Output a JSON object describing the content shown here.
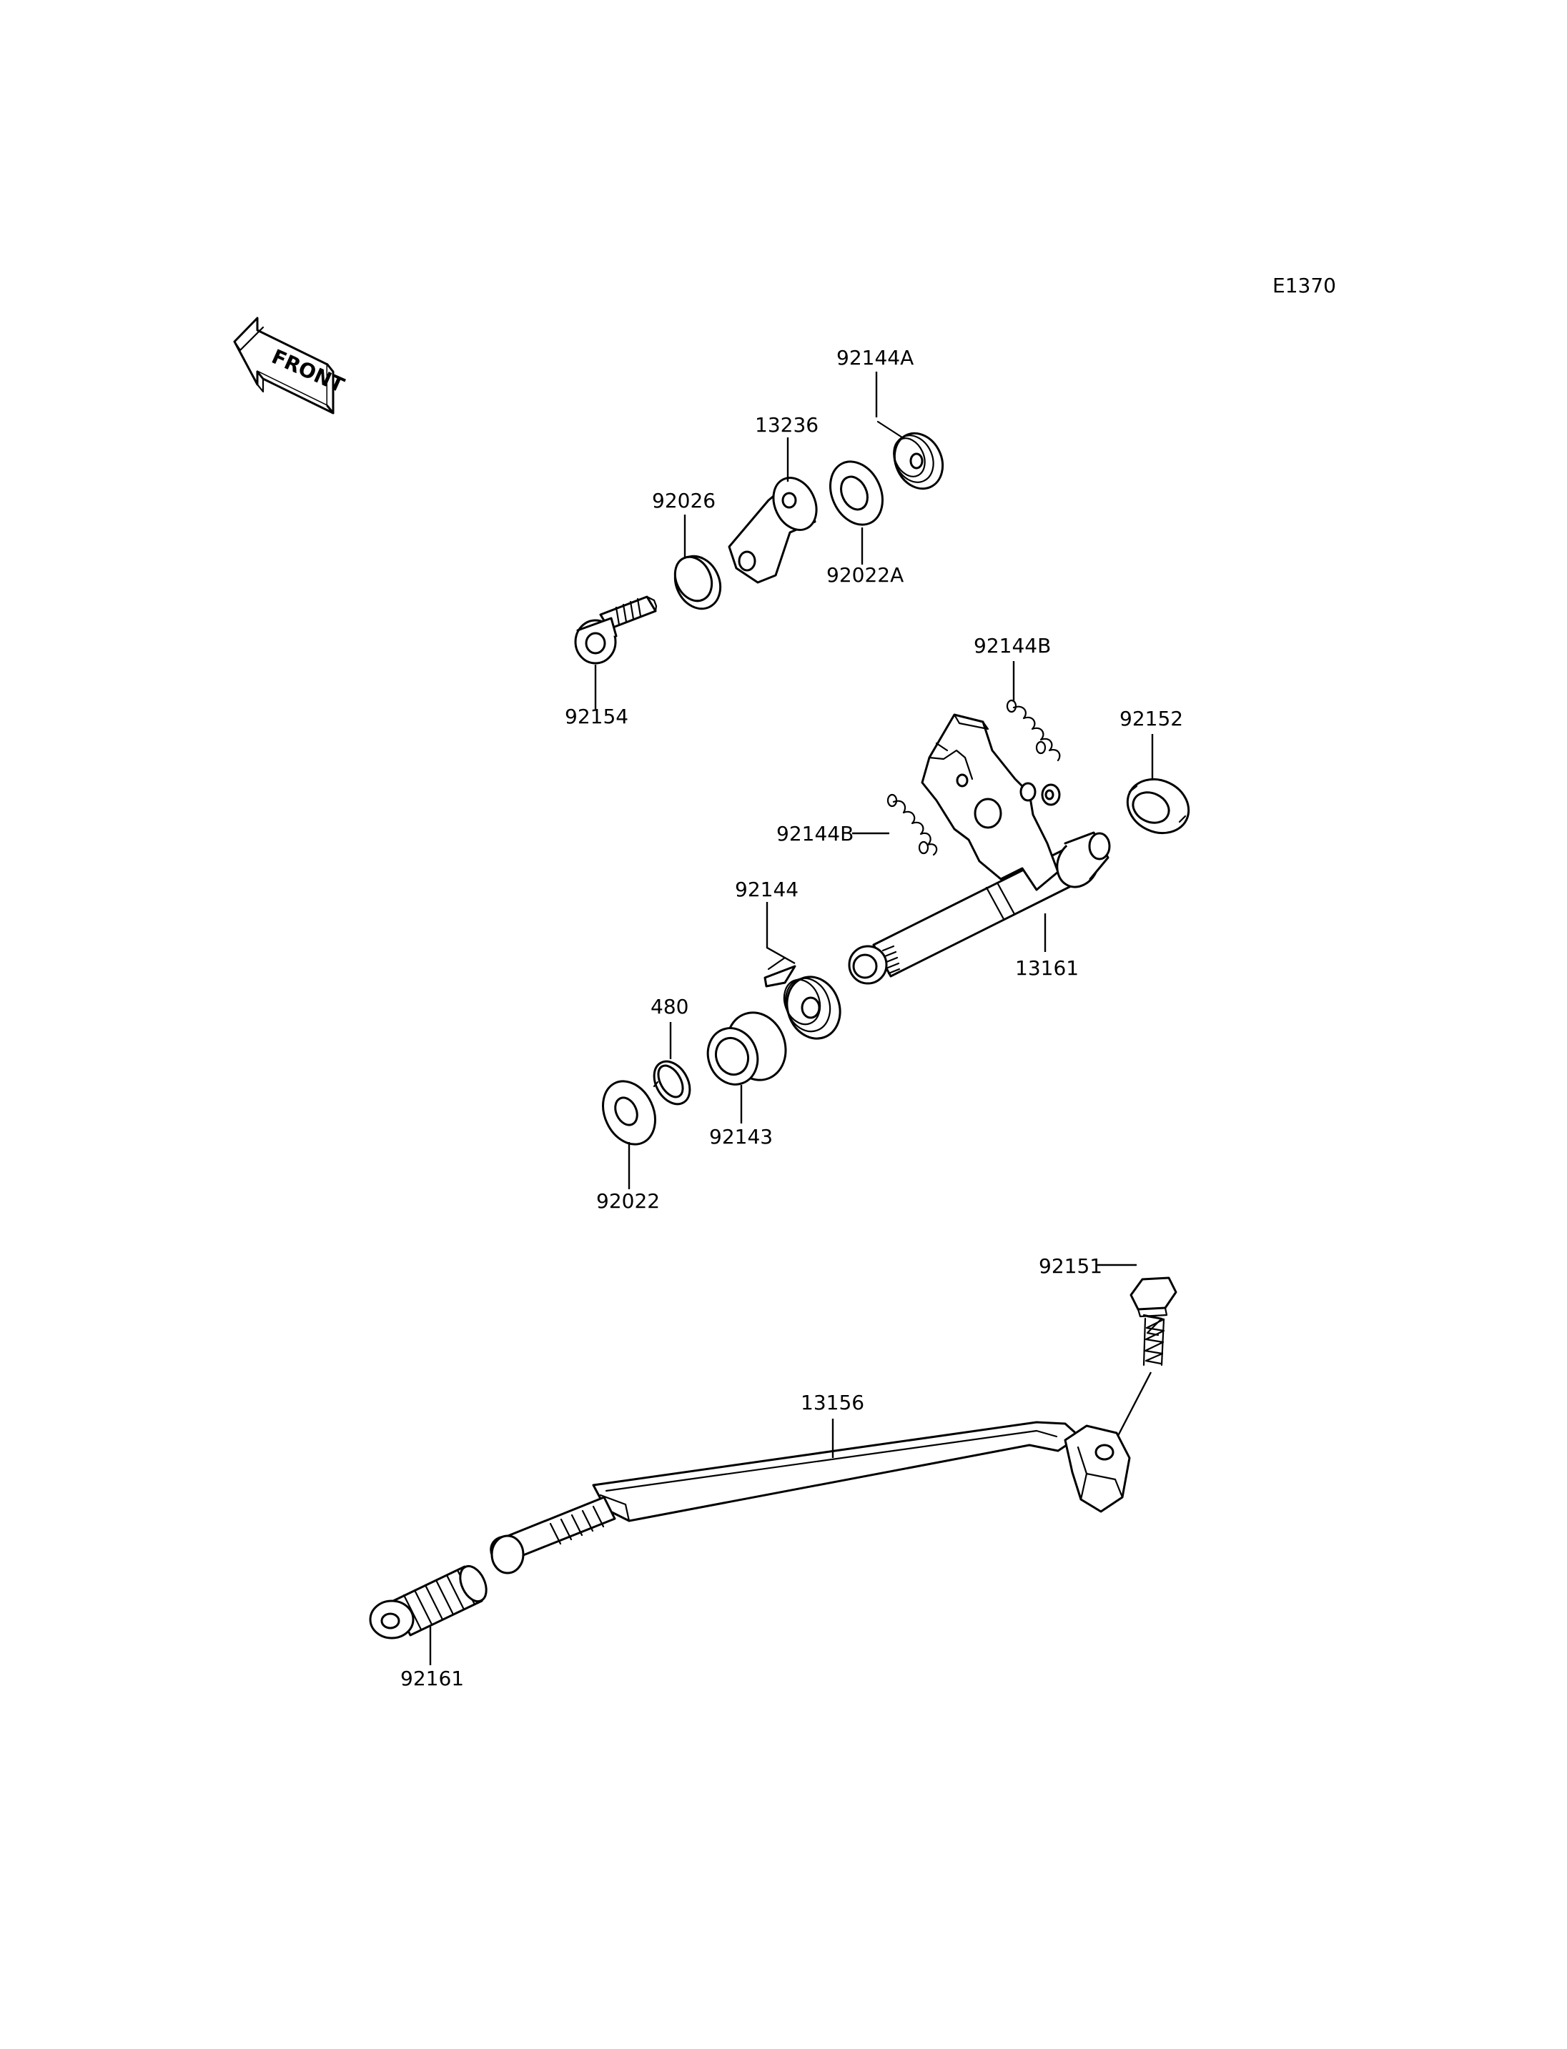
{
  "diagram_code": "E1370",
  "front_label": "FRONT",
  "parts": {
    "p92144A": "92144A",
    "p13236": "13236",
    "p92026": "92026",
    "p92022A": "92022A",
    "p92154": "92154",
    "p92144B_top": "92144B",
    "p92152": "92152",
    "p92144B_mid": "92144B",
    "p92144": "92144",
    "p13161": "13161",
    "p480": "480",
    "p92143": "92143",
    "p92022": "92022",
    "p92151": "92151",
    "p13156": "13156",
    "p92161": "92161"
  }
}
